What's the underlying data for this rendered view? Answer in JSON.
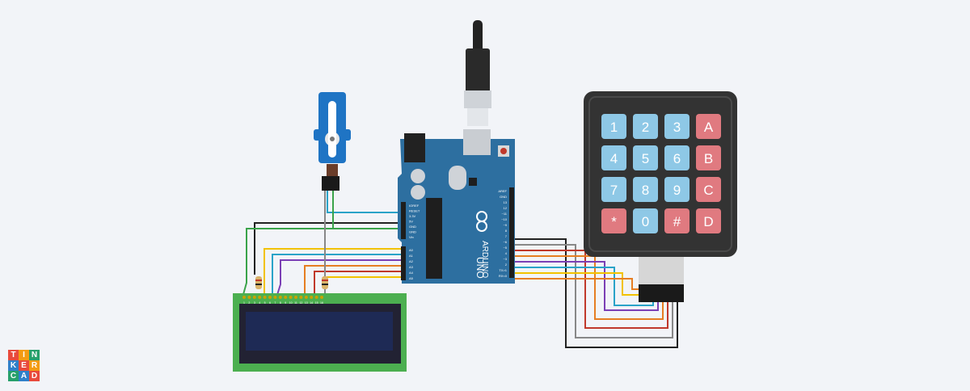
{
  "app": {
    "logo_letters": [
      "T",
      "I",
      "N",
      "K",
      "E",
      "R",
      "C",
      "A",
      "D"
    ],
    "logo_colors": [
      "#e84a3c",
      "#f39c12",
      "#27a06b",
      "#2f80c9",
      "#e84a3c",
      "#f39c12",
      "#27a06b",
      "#2f80c9",
      "#e84a3c"
    ]
  },
  "arduino": {
    "brand": "ARDUINO",
    "model": "UNO",
    "header_labels": [
      "AREF",
      "GND",
      "13",
      "12",
      "~11",
      "~10",
      "~9",
      "8",
      "7",
      "~6",
      "~5",
      "4",
      "~3",
      "2",
      "TX>1",
      "RX<0"
    ],
    "power_labels": [
      "IOREF",
      "RESET",
      "3.3V",
      "5V",
      "GND",
      "GND",
      "Vin"
    ],
    "analog_labels": [
      "A0",
      "A1",
      "A2",
      "A3",
      "A4",
      "A5"
    ]
  },
  "keypad": {
    "keys": [
      [
        "1",
        "2",
        "3",
        "A"
      ],
      [
        "4",
        "5",
        "6",
        "B"
      ],
      [
        "7",
        "8",
        "9",
        "C"
      ],
      [
        "*",
        "0",
        "#",
        "D"
      ]
    ],
    "num_color": "#8ec8e6",
    "letter_color": "#e07a80"
  },
  "lcd": {
    "pin_labels": [
      "1",
      "2",
      "3",
      "4",
      "5",
      "6",
      "7",
      "8",
      "9",
      "10",
      "11",
      "12",
      "13",
      "14",
      "15",
      "16"
    ]
  },
  "colors": {
    "board": "#2d6fa0",
    "keypad_body": "#333333",
    "lcd_green": "#4caf50",
    "lcd_screen": "#1e2a55",
    "servo": "#1f74c4"
  }
}
